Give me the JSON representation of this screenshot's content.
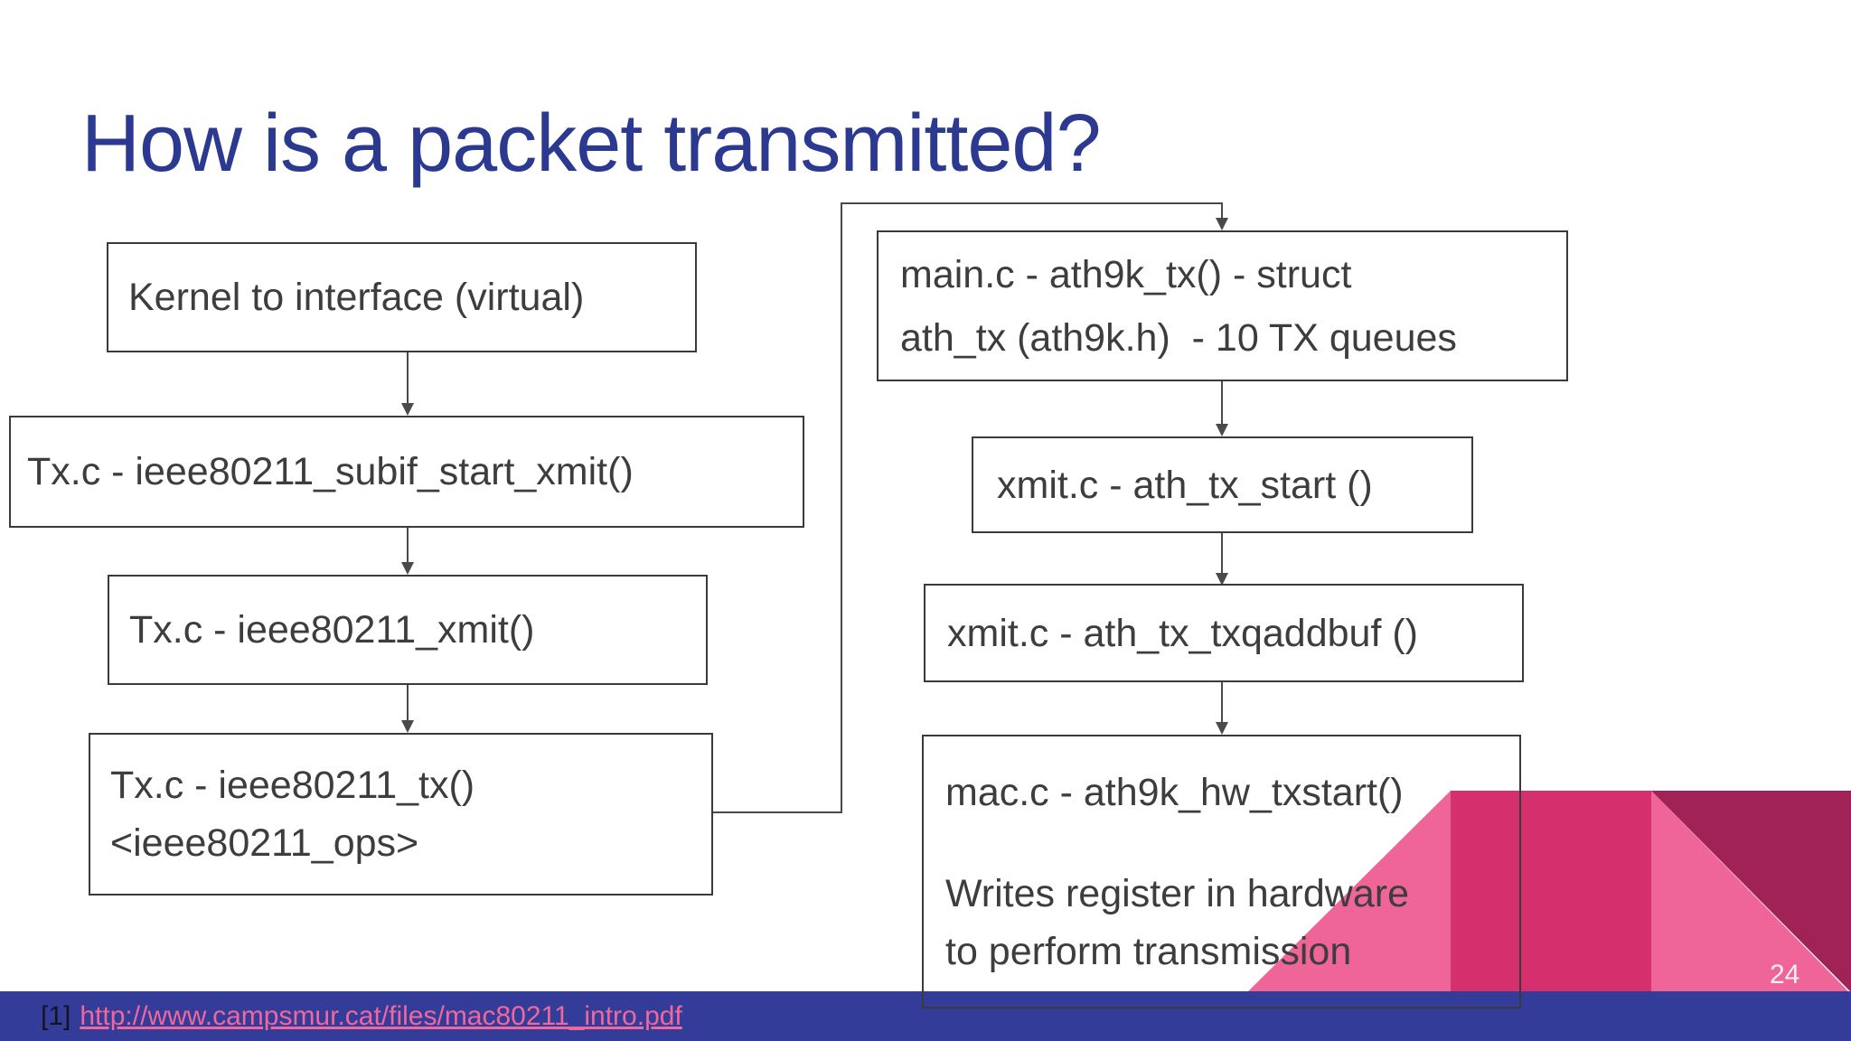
{
  "slide": {
    "title": "How is a packet transmitted?",
    "page_number": "24"
  },
  "flowchart": {
    "left_column": [
      {
        "name": "kernel-to-interface",
        "lines": [
          "Kernel to interface (virtual)"
        ]
      },
      {
        "name": "subif-start-xmit",
        "lines": [
          "Tx.c - ieee80211_subif_start_xmit()"
        ]
      },
      {
        "name": "ieee80211-xmit",
        "lines": [
          "Tx.c - ieee80211_xmit()"
        ]
      },
      {
        "name": "ieee80211-tx",
        "lines": [
          "Tx.c - ieee80211_tx()",
          "<ieee80211_ops>"
        ]
      }
    ],
    "right_column": [
      {
        "name": "ath9k-tx",
        "lines": [
          "main.c - ath9k_tx() - struct",
          "ath_tx (ath9k.h)  - 10 TX queues"
        ]
      },
      {
        "name": "ath-tx-start",
        "lines": [
          "xmit.c - ath_tx_start ()"
        ]
      },
      {
        "name": "ath-tx-txqaddbuf",
        "lines": [
          "xmit.c - ath_tx_txqaddbuf ()"
        ]
      },
      {
        "name": "ath9k-hw-txstart",
        "lines": [
          "mac.c - ath9k_hw_txstart()",
          "Writes register in hardware",
          "to perform transmission"
        ]
      }
    ]
  },
  "footer": {
    "citation_ref": "[1]",
    "citation_url": "http://www.campsmur.cat/files/mac80211_intro.pdf"
  },
  "colors": {
    "title_blue": "#2b3a90",
    "footer_bar_blue": "#333d99",
    "link_pink": "#f0679b",
    "triangle_light_pink": "#ef6598",
    "triangle_medium_pink": "#d62f6d",
    "triangle_dark_maroon": "#a12257",
    "box_border_gray": "#3a3a3a",
    "box_text_gray": "#3d3d3d",
    "arrow_gray": "#4a4a4a"
  }
}
